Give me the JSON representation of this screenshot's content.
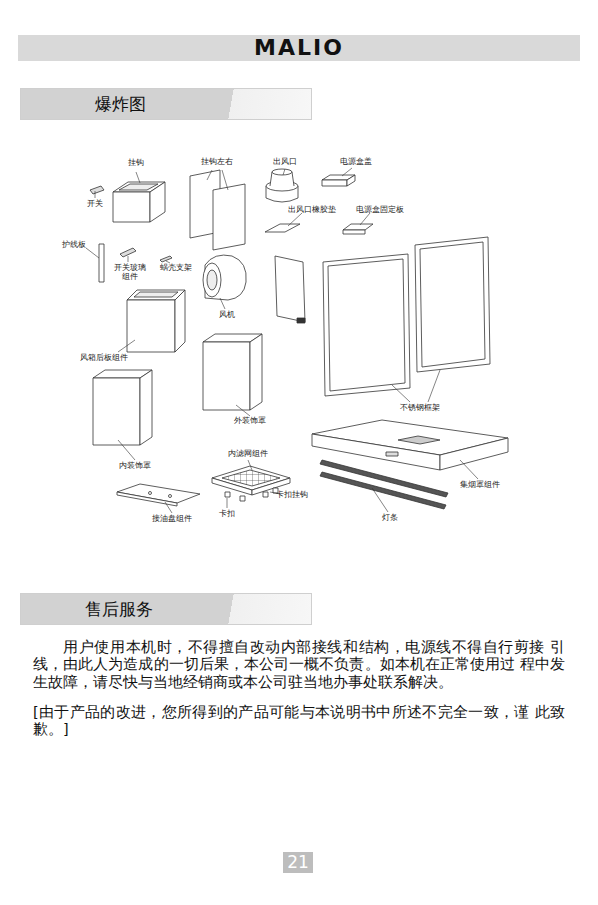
{
  "diagram": {
    "nodes": [
      {
        "text": [
          "MALIO"
        ]
      },
      {
        "text": [
          "爆炸图"
        ]
      },
      {
        "text": [
          "售后服务"
        ]
      },
      {
        "text": [
          "21"
        ]
      }
    ],
    "labels": [
      "挂钩",
      "挂钩左右",
      "出风口",
      "电源盒盖",
      "开关",
      "出风口橡胶垫",
      "电源盒固定板",
      "护线板",
      "开关玻璃 组件",
      "蜗壳支架",
      "风机",
      "风箱后板组件",
      "外装饰罩",
      "不锈钢框架",
      "内装饰罩",
      "内滤网组件",
      "集烟罩组件",
      "卡扣挂钩",
      "卡扣",
      "接油盘组件",
      "灯条",
      "用户使用本机时，不得擅自改动内部接线和结构，电源线不得自行剪接 引线，由此人为造成的一切后果，本公司一概不负责。如本机在正常使用过 程中发生故障，请尽快与当地经销商或本公司驻当地办事处联系解决。",
      "[由于产品的改进，您所得到的产品可能与本说明书中所述不完全一致，谨 此致歉。]"
    ]
  }
}
